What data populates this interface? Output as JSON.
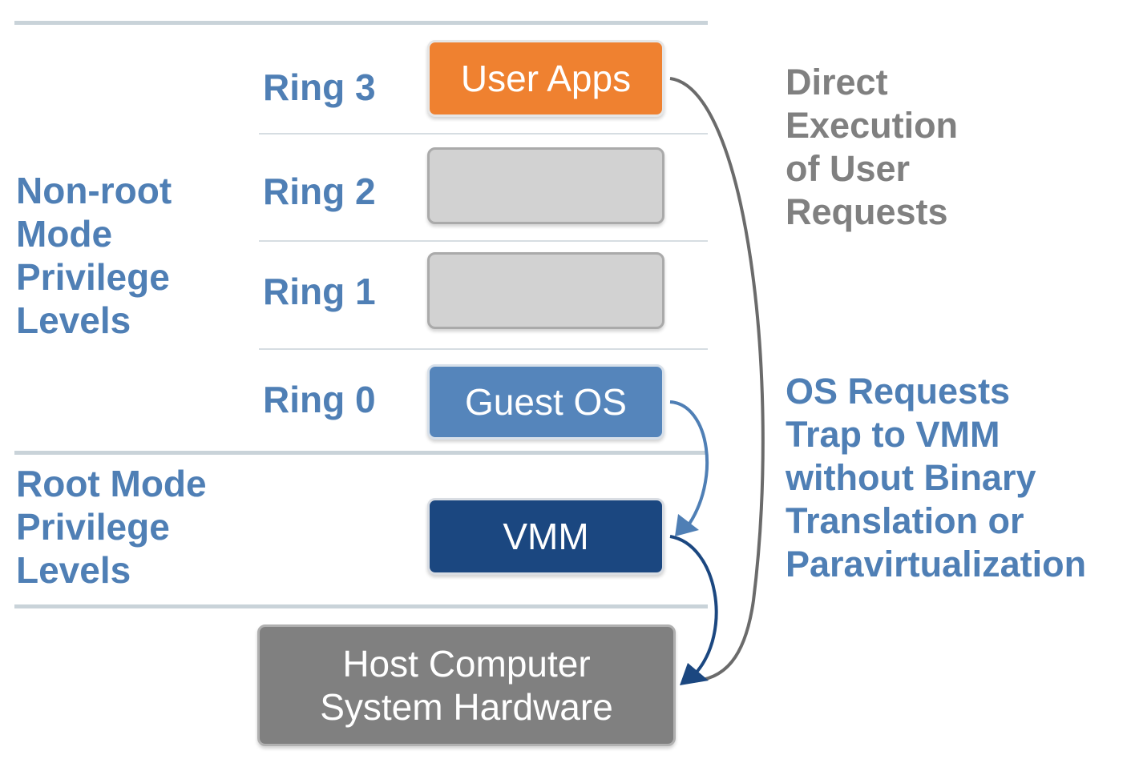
{
  "groups": {
    "non_root": [
      "Non-root",
      "Mode",
      "Privilege",
      "Levels"
    ],
    "root": [
      "Root Mode",
      "Privilege",
      "Levels"
    ]
  },
  "rings": {
    "ring3": "Ring 3",
    "ring2": "Ring 2",
    "ring1": "Ring 1",
    "ring0": "Ring 0"
  },
  "boxes": {
    "user_apps": "User Apps",
    "guest_os": "Guest OS",
    "vmm": "VMM",
    "host": [
      "Host Computer",
      "System Hardware"
    ]
  },
  "notes": {
    "direct": [
      "Direct",
      "Execution",
      "of User",
      "Requests"
    ],
    "trap": [
      "OS Requests",
      "Trap to VMM",
      "without Binary",
      "Translation or",
      "Paravirtualization"
    ]
  },
  "colors": {
    "user_apps": "#ef8130",
    "guest_os": "#5585bb",
    "vmm": "#1b4780",
    "host": "#808080",
    "label_blue": "#4f7fb5",
    "label_gray": "#808080",
    "arrow_gray": "#6b6b6b",
    "arrow_blue": "#1b4780"
  }
}
